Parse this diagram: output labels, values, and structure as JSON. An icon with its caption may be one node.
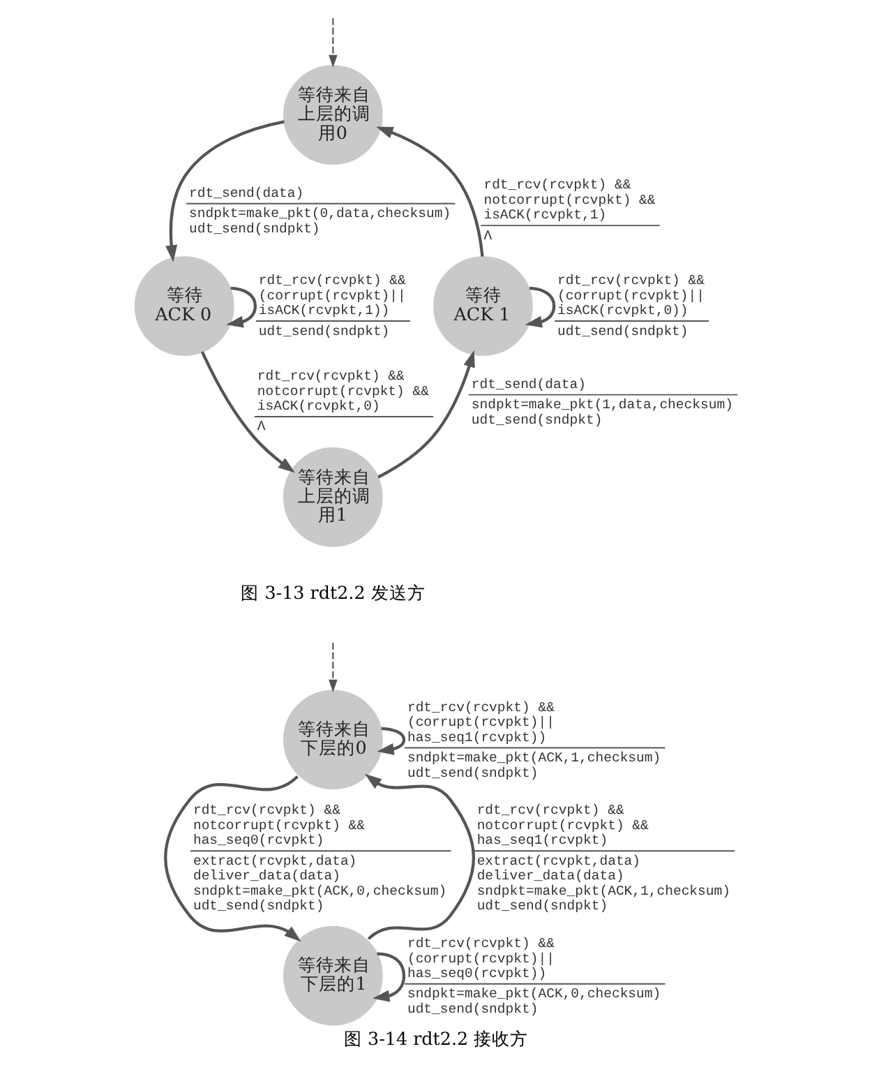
{
  "diagram": {
    "caption": "图 3-14 rdt2.2 接收方",
    "nodes": [
      {
        "text": [
          "等待来自上层的调用0"
        ]
      },
      {
        "text": [
          "等待ACK 0"
        ]
      },
      {
        "text": [
          "等待ACK 1"
        ]
      },
      {
        "text": [
          "等待来自上层的调用1"
        ]
      },
      {
        "text": [
          "等待来自下层的0"
        ]
      },
      {
        "text": [
          "等待来自下层的1"
        ]
      }
    ],
    "edges": [
      {
        "from": null,
        "to": 0,
        "arrow": "to",
        "style": "dashed"
      },
      {
        "from": 0,
        "to": 1,
        "arrow": "to",
        "label": [
          "rdt_send(data)",
          "sndpkt=make_pkt(0,data,checksum) udt_send(sndpkt)"
        ]
      },
      {
        "from": 1,
        "to": 1,
        "arrow": "to",
        "label": [
          "rdt_rcv(rcvpkt) && (corrupt(rcvpkt)|| isACK(rcvpkt,1))",
          "udt_send(sndpkt)"
        ]
      },
      {
        "from": 2,
        "to": 0,
        "arrow": "to",
        "label": [
          "rdt_rcv(rcvpkt) && notcorrupt(rcvpkt) && isACK(rcvpkt,1)",
          "Λ"
        ]
      },
      {
        "from": 1,
        "to": 3,
        "arrow": "to",
        "label": [
          "rdt_rcv(rcvpkt) && notcorrupt(rcvpkt) && isACK(rcvpkt,0)",
          "Λ"
        ]
      },
      {
        "from": 2,
        "to": 2,
        "arrow": "to",
        "label": [
          "rdt_rcv(rcvpkt) && (corrupt(rcvpkt)|| isACK(rcvpkt,0))",
          "udt_send(sndpkt)"
        ]
      },
      {
        "from": 3,
        "to": 2,
        "arrow": "to",
        "label": [
          "rdt_send(data)",
          "sndpkt=make_pkt(1,data,checksum) udt_send(sndpkt)"
        ]
      },
      {
        "from": null,
        "to": 4,
        "arrow": "to",
        "style": "dashed"
      },
      {
        "from": 4,
        "to": 5,
        "arrow": "to",
        "label": [
          "rdt_rcv(rcvpkt) && notcorrupt(rcvpkt) && has_seq0(rcvpkt)",
          "extract(rcvpkt,data) deliver_data(data) sndpkt=make_pkt(ACK,0,checksum) udt_send(sndpkt)"
        ]
      },
      {
        "from": 5,
        "to": 5,
        "arrow": "to",
        "label": [
          "rdt_rcv(rcvpkt) && (corrupt(rcvpkt)|| has_seq0(rcvpkt))",
          "sndpkt=make_pkt(ACK,0,checksum) udt_send(sndpkt)"
        ]
      },
      {
        "from": 4,
        "to": 4,
        "arrow": "to",
        "label": [
          "rdt_rcv(rcvpkt) && (corrupt(rcvpkt)|| has_seq1(rcvpkt))",
          "sndpkt=make_pkt(ACK,1,checksum) udt_send(sndpkt)"
        ]
      },
      {
        "from": 5,
        "to": 4,
        "arrow": "to",
        "label": [
          "rdt_rcv(rcvpkt) && notcorrupt(rcvpkt) && has_seq1(rcvpkt)",
          "extract(rcvpkt,data) deliver_data(data) sndpkt=make_pkt(ACK,1,checksum) udt_send(sndpkt)"
        ]
      }
    ],
    "labels": [
      "图 3-13 rdt2.2 发送方"
    ]
  }
}
